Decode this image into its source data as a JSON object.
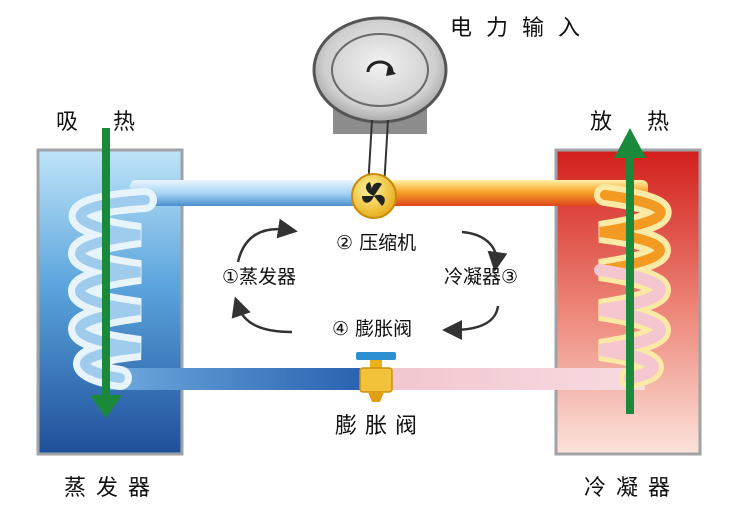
{
  "labels": {
    "power_input": "电力输入",
    "absorb_heat": "吸 热",
    "release_heat": "放 热",
    "evaporator_bottom": "蒸发器",
    "condenser_bottom": "冷凝器",
    "expansion_valve_bottom": "膨胀阀"
  },
  "cycle": {
    "step1": "①蒸发器",
    "step2": "② 压缩机",
    "step3": "冷凝器③",
    "step4": "④ 膨胀阀"
  },
  "colors": {
    "evaporator_blue": "#2f6fb6",
    "condenser_red": "#d42a22",
    "arrow_green": "#1a8a3a",
    "hot_pipe": "#f39a1d",
    "cold_pipe": "#7fb6e6"
  }
}
